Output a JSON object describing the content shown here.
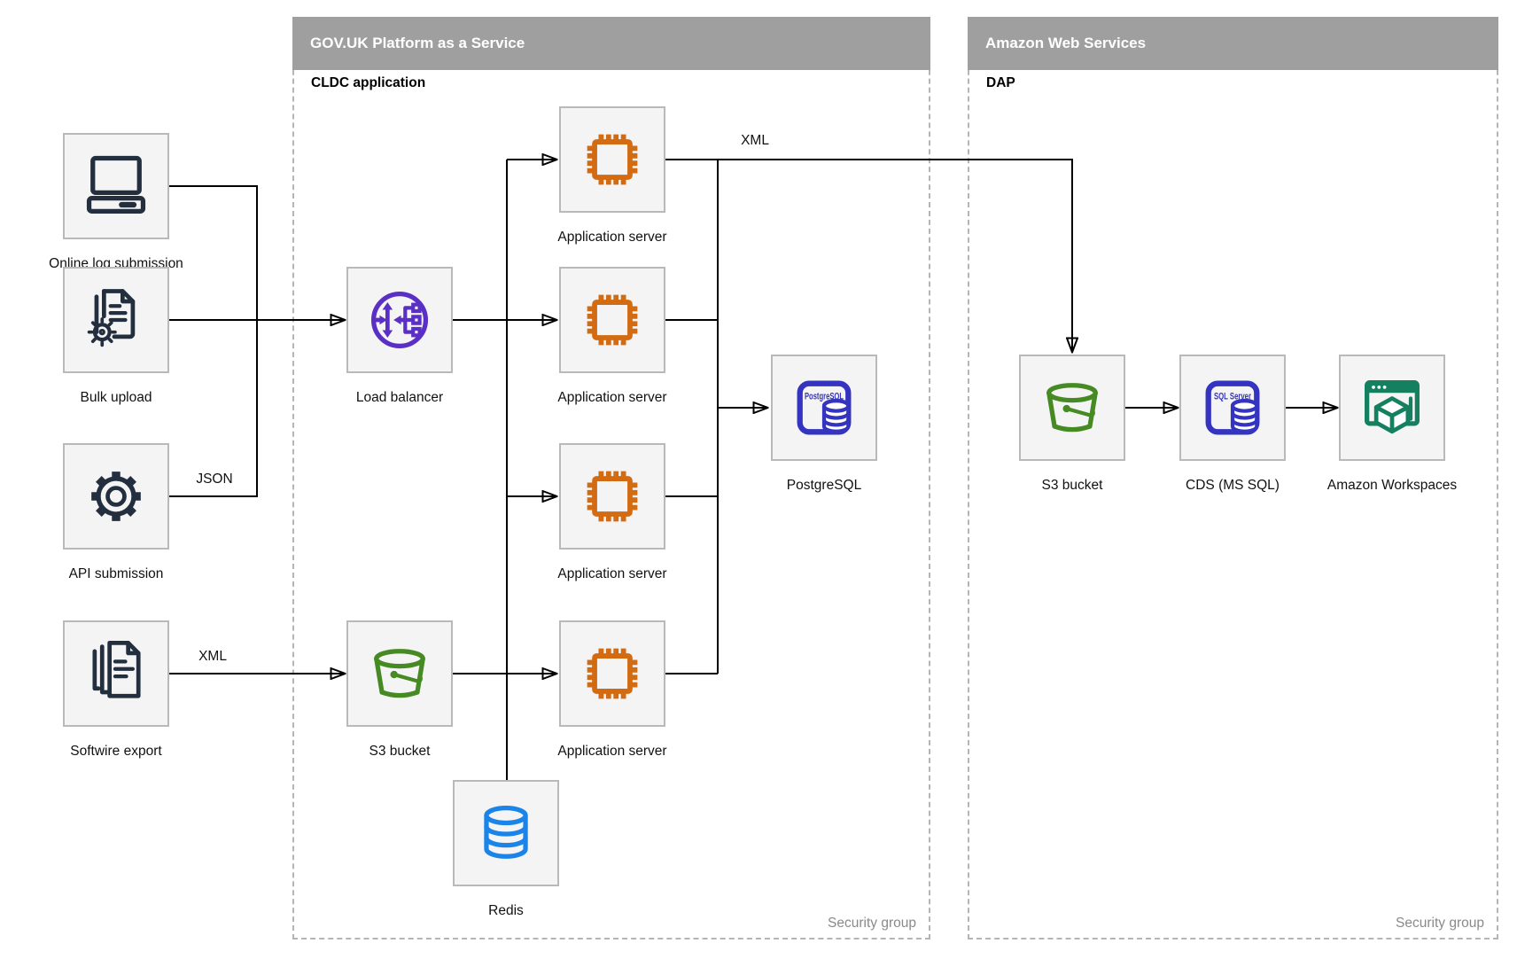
{
  "containers": {
    "govuk": {
      "title": "GOV.UK Platform as a Service",
      "sublabel": "CLDC application",
      "footer": "Security group"
    },
    "aws": {
      "title": "Amazon Web Services",
      "sublabel": "DAP",
      "footer": "Security group"
    }
  },
  "nodes": {
    "online_log": {
      "label": "Online log submission",
      "icon": "desktop-computer-icon"
    },
    "bulk_upload": {
      "label": "Bulk upload",
      "icon": "document-gear-icon"
    },
    "api_submission": {
      "label": "API submission",
      "icon": "gear-icon"
    },
    "softwire_export": {
      "label": "Softwire export",
      "icon": "documents-stack-icon"
    },
    "load_balancer": {
      "label": "Load balancer",
      "icon": "load-balancer-icon"
    },
    "app_server_1": {
      "label": "Application server",
      "icon": "chip-icon"
    },
    "app_server_2": {
      "label": "Application server",
      "icon": "chip-icon"
    },
    "app_server_3": {
      "label": "Application server",
      "icon": "chip-icon"
    },
    "app_server_4": {
      "label": "Application server",
      "icon": "chip-icon"
    },
    "postgresql": {
      "label": "PostgreSQL",
      "icon": "postgresql-database-icon",
      "icon_text": "PostgreSQL"
    },
    "s3_mid": {
      "label": "S3 bucket",
      "icon": "s3-bucket-icon"
    },
    "redis": {
      "label": "Redis",
      "icon": "redis-database-icon"
    },
    "s3_aws": {
      "label": "S3 bucket",
      "icon": "s3-bucket-icon"
    },
    "cds": {
      "label": "CDS (MS SQL)",
      "icon": "sql-server-database-icon",
      "icon_text": "SQL Server"
    },
    "workspaces": {
      "label": "Amazon Workspaces",
      "icon": "workspaces-icon"
    }
  },
  "edge_labels": {
    "json": "JSON",
    "xml_softwire": "XML",
    "xml_to_aws": "XML"
  },
  "colors": {
    "header_bg": "#9f9f9f",
    "box_fill": "#f4f4f4",
    "box_border": "#b9b9b9",
    "dash_border": "#b5b5b5",
    "muted": "#8a8a8a",
    "dark": "#232f3e",
    "orange": "#d26b12",
    "purple": "#5a2fc5",
    "indigo": "#3534c0",
    "green": "#468a23",
    "teal": "#15805f",
    "blue": "#1b84e8"
  }
}
